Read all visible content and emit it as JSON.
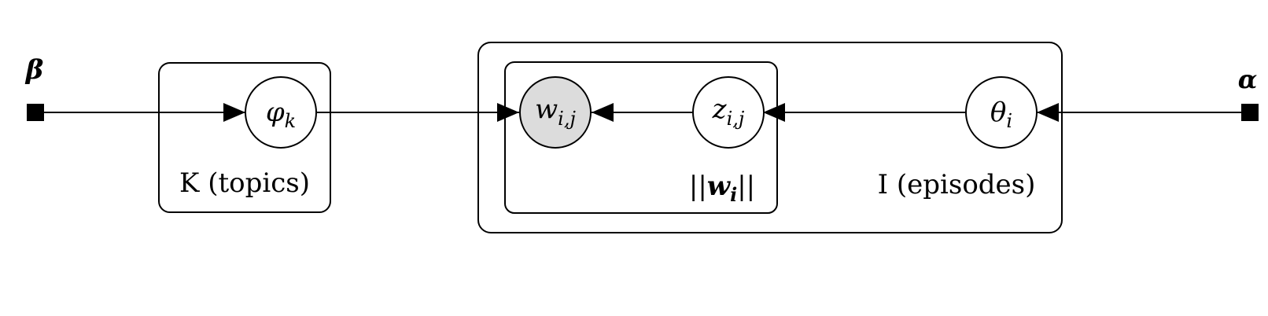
{
  "hyperparameters": {
    "beta": "β",
    "alpha": "α"
  },
  "nodes": {
    "phi": {
      "symbol": "φ",
      "subscript": "k"
    },
    "w": {
      "symbol": "w",
      "subscript": "i,j",
      "observed": true
    },
    "z": {
      "symbol": "z",
      "subscript": "i,j"
    },
    "theta": {
      "symbol": "θ",
      "subscript": "i"
    }
  },
  "plates": {
    "topics": {
      "label": "K (topics)"
    },
    "words": {
      "label_bar_left": "||",
      "label_symbol": "w",
      "label_subscript": "i",
      "label_bar_right": "||"
    },
    "episodes": {
      "label": "I (episodes)"
    }
  },
  "colors": {
    "observed_fill": "#dcdcdc",
    "stroke": "#000000"
  }
}
